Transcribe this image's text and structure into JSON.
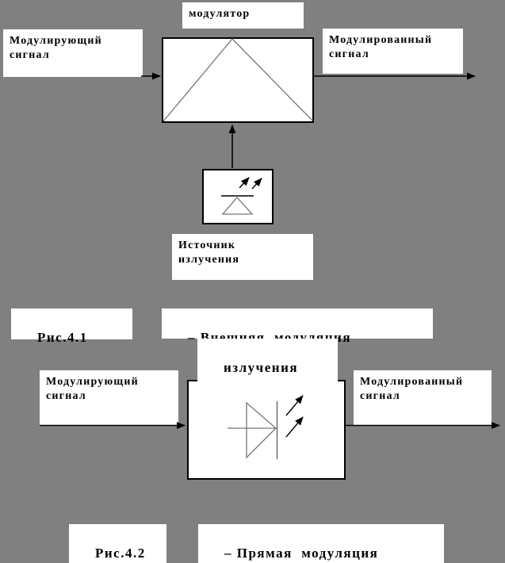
{
  "colors": {
    "background": "#808080",
    "box_fill": "#ffffff",
    "line": "#000000",
    "symbol_line": "#777777"
  },
  "figure1": {
    "modulator_label": "модулятор",
    "input_line1": "Модулирующий",
    "input_line2": "сигнал",
    "output_line1": "Модулированный",
    "output_line2": "сигнал",
    "source_line1": "Источник",
    "source_line2": "излучения",
    "ref": "Рис.4.1",
    "caption": "– Внешняя  модуляция",
    "caption_cont": "излучения"
  },
  "figure2": {
    "input_line1": "Модулирующий",
    "input_line2": "сигнал",
    "output_line1": "Модулированный",
    "output_line2": "сигнал",
    "ref": "Рис.4.2",
    "caption": "– Прямая  модуляция"
  },
  "icons": {
    "laser_source_icon": "triangle with bar and emission arrows",
    "led_diode_icon": "diode symbol with emission arrows",
    "arrowheads": "filled black triangles on signal lines"
  }
}
